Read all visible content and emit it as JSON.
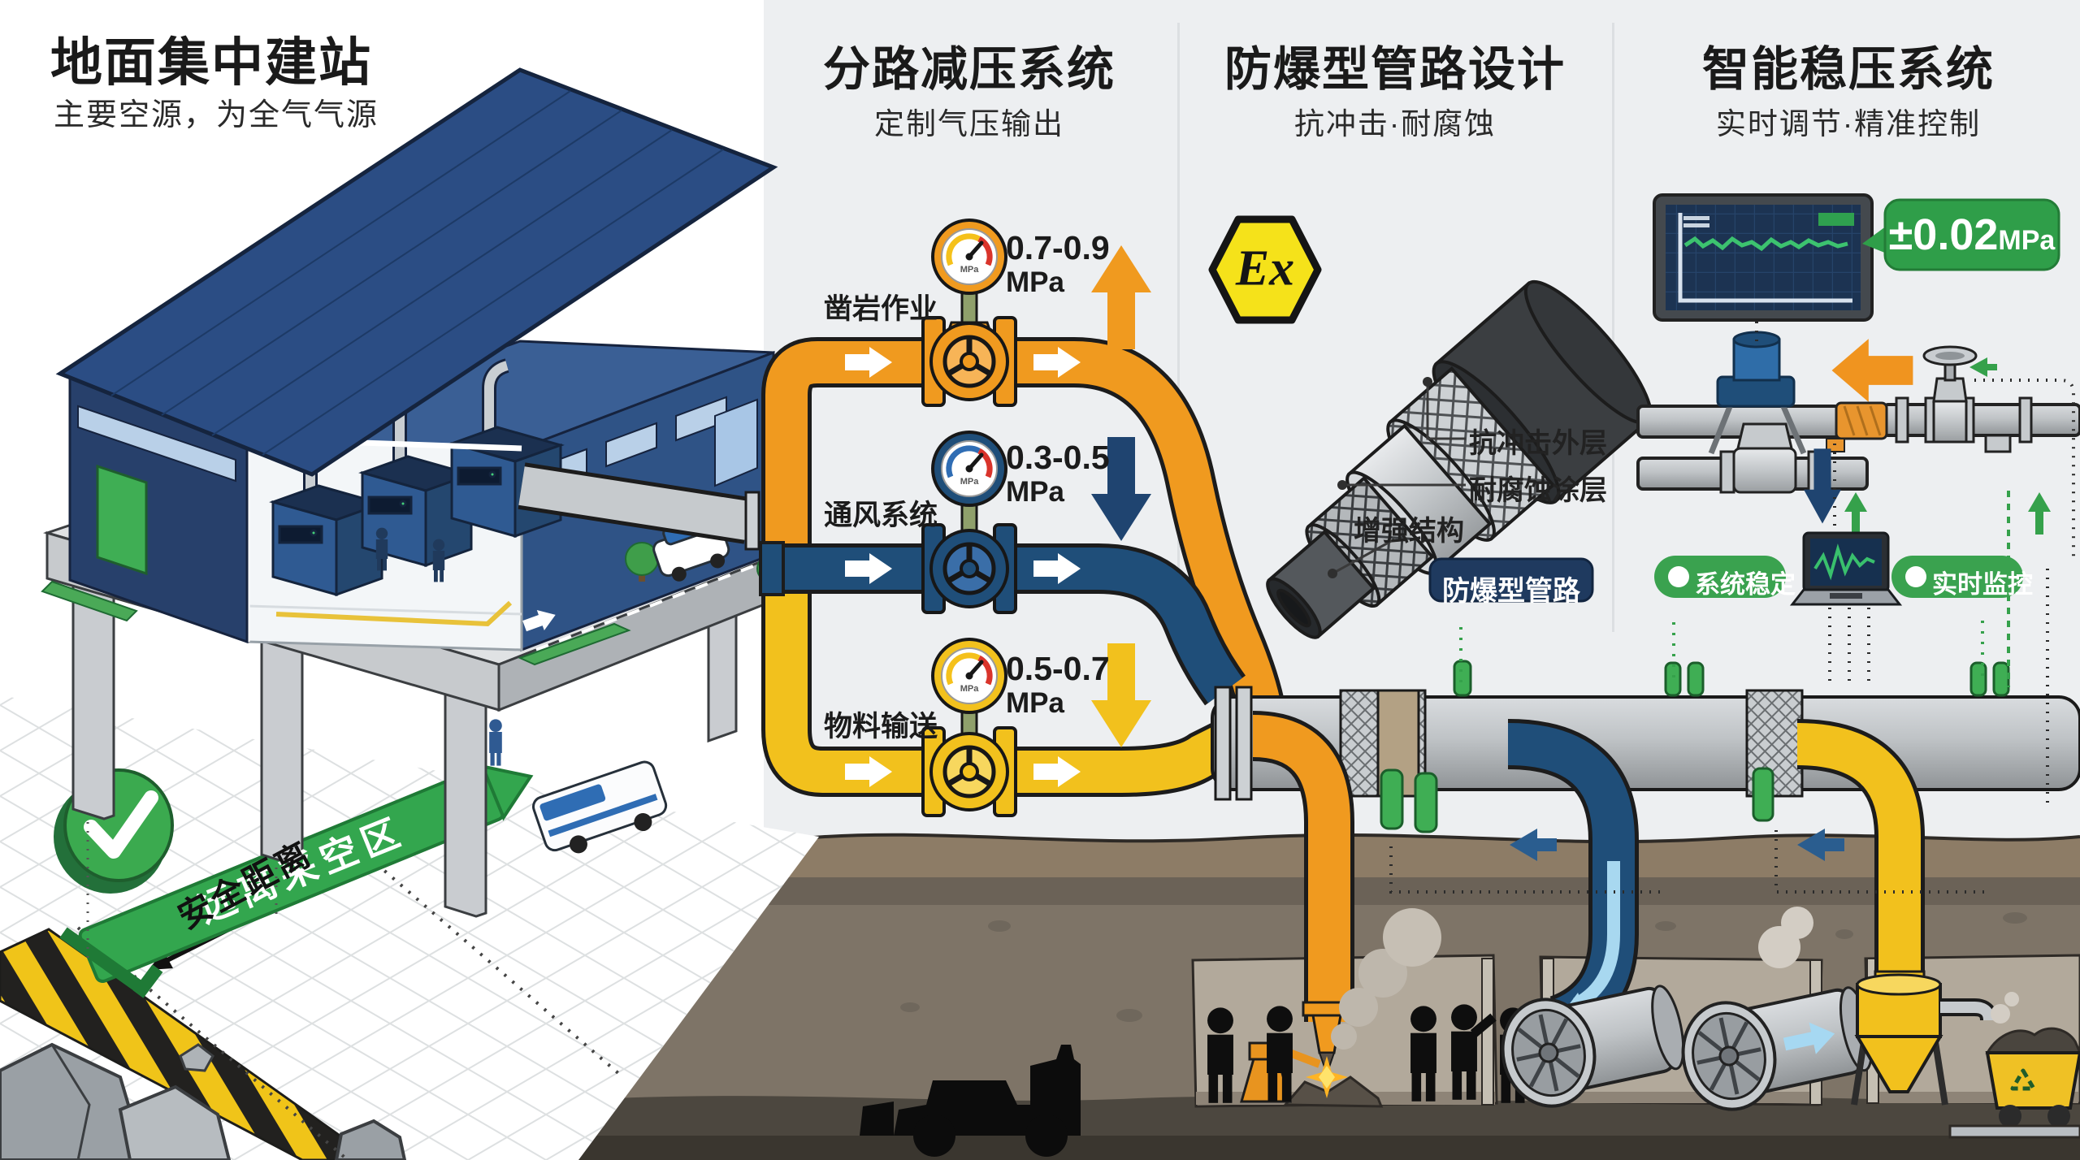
{
  "panels": {
    "station": {
      "title": "地面集中建站",
      "subtitle": "主要空源，为全气气源",
      "goaf_banner": "远离采空区",
      "safety_distance": "安全距离"
    },
    "branching": {
      "title": "分路减压系统",
      "subtitle": "定制气压输出",
      "gauge_unit": "MPa",
      "branches": [
        {
          "label": "凿岩作业",
          "range": "0.7-0.9",
          "unit": "MPa",
          "flow": "up",
          "color": "#F09A1F"
        },
        {
          "label": "通风系统",
          "range": "0.3-0.5",
          "unit": "MPa",
          "flow": "down",
          "color": "#1F4E79"
        },
        {
          "label": "物料输送",
          "range": "0.5-0.7",
          "unit": "MPa",
          "flow": "down",
          "color": "#F2C11D"
        }
      ]
    },
    "piping": {
      "title": "防爆型管路设计",
      "subtitle": "抗冲击·耐腐蚀",
      "ex_mark": "Ex",
      "layer_labels": [
        "抗冲击外层",
        "耐腐蚀涂层",
        "增强结构"
      ],
      "badge": "防爆型管路"
    },
    "control": {
      "title": "智能稳压系统",
      "subtitle": "实时调节·精准控制",
      "tolerance_value": "±0.02",
      "tolerance_unit": "MPa",
      "status_left": "系统稳定",
      "status_right": "实时监控"
    }
  },
  "colors": {
    "accent_green": "#35A14B",
    "badge_navy": "#1F3A5F",
    "pipe_orange": "#F09A1F",
    "pipe_blue": "#1F4E79",
    "pipe_yellow": "#F2C11D",
    "ex_yellow": "#F5E21A"
  }
}
